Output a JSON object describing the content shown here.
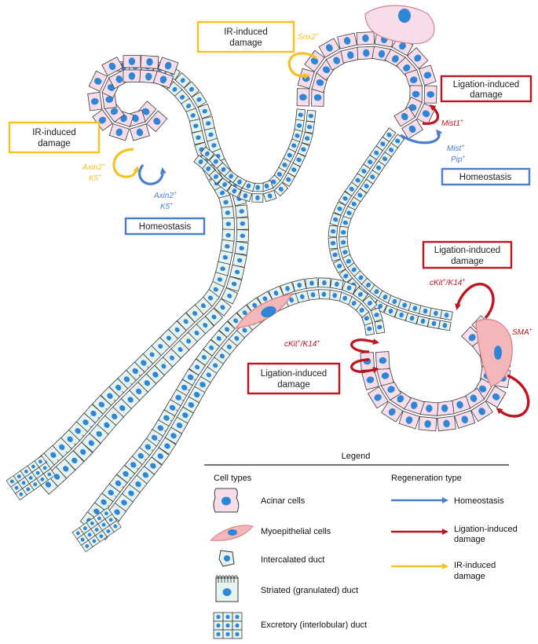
{
  "colors": {
    "acinar": "#f6dde9",
    "duct": "#e6f4f1",
    "nucleus": "#2f86d6",
    "cell_border": "#3a3a3a",
    "myo": "#f3b6b9",
    "homeostasis": "#4a7fd0",
    "ligation": "#c0131e",
    "ir": "#f7c11d"
  },
  "boxes": [
    {
      "id": "ir-top",
      "lines": [
        "IR-induced",
        "damage"
      ],
      "kind": "ir"
    },
    {
      "id": "lig-top-right",
      "lines": [
        "Ligation-induced",
        "damage"
      ],
      "kind": "ligation"
    },
    {
      "id": "ir-left",
      "lines": [
        "IR-induced",
        "damage"
      ],
      "kind": "ir"
    },
    {
      "id": "homeo-right",
      "lines": [
        "Homeostasis"
      ],
      "kind": "homeostasis"
    },
    {
      "id": "homeo-left",
      "lines": [
        "Homeostasis"
      ],
      "kind": "homeostasis"
    },
    {
      "id": "lig-mid-right",
      "lines": [
        "Ligation-induced",
        "damage"
      ],
      "kind": "ligation"
    },
    {
      "id": "lig-bottom",
      "lines": [
        "Ligation-induced",
        "damage"
      ],
      "kind": "ligation"
    }
  ],
  "markers": {
    "sox2": {
      "base": "Sox2",
      "sup": "+",
      "kind": "ir"
    },
    "mist1": {
      "base": "Mist1",
      "sup": "+",
      "kind": "ligation"
    },
    "mist_pip_1": {
      "base": "Mist",
      "sup": "+",
      "kind": "homeostasis"
    },
    "mist_pip_2": {
      "base": "Pip",
      "sup": "+",
      "kind": "homeostasis"
    },
    "axin2_ir_1": {
      "base": "Axin2",
      "sup": "+",
      "kind": "ir"
    },
    "axin2_ir_2": {
      "base": "K5",
      "sup": "+",
      "kind": "ir"
    },
    "axin2_h_1": {
      "base": "Axin2",
      "sup": "+",
      "kind": "homeostasis"
    },
    "axin2_h_2": {
      "base": "K5",
      "sup": "+",
      "kind": "homeostasis"
    },
    "ckit_top": {
      "base": "cKit",
      "sup": "+",
      "mid": "/K14",
      "sup2": "+",
      "kind": "ligation"
    },
    "ckit_left": {
      "base": "cKit",
      "sup": "+",
      "mid": "/K14",
      "sup2": "+",
      "kind": "ligation"
    },
    "sma": {
      "base": "SMA",
      "sup": "+",
      "kind": "ligation"
    }
  },
  "legend": {
    "title": "Legend",
    "cell_types_heading": "Cell types",
    "regeneration_heading": "Regeneration type",
    "cell_types": [
      "Acinar cells",
      "Myoepithelial cells",
      "Intercalated duct",
      "Striated (granulated) duct",
      "Excretory (interlobular) duct"
    ],
    "regeneration": [
      {
        "lines": [
          "Homeostasis"
        ],
        "kind": "homeostasis"
      },
      {
        "lines": [
          "Ligation-induced",
          "damage"
        ],
        "kind": "ligation"
      },
      {
        "lines": [
          "IR-induced",
          "damage"
        ],
        "kind": "ir"
      }
    ]
  }
}
